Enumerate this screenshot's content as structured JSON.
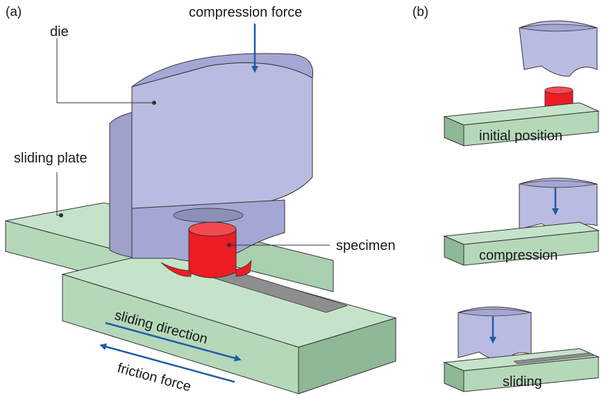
{
  "panels": {
    "a": "(a)",
    "b": "(b)"
  },
  "labels": {
    "compression_force": "compression force",
    "die": "die",
    "sliding_plate": "sliding plate",
    "specimen": "specimen",
    "sliding_direction": "sliding direction",
    "friction_force": "friction force"
  },
  "steps": [
    "initial position",
    "compression",
    "sliding"
  ],
  "colors": {
    "die": "#b9bbe0",
    "die_dark": "#9ea1c9",
    "plate_top": "#c5e3c8",
    "plate_front": "#b5d8b9",
    "plate_side": "#8fb895",
    "specimen": "#ee1c24",
    "specimen_dark": "#c4121a",
    "arrow": "#1f5ca8",
    "leader": "#333333"
  }
}
